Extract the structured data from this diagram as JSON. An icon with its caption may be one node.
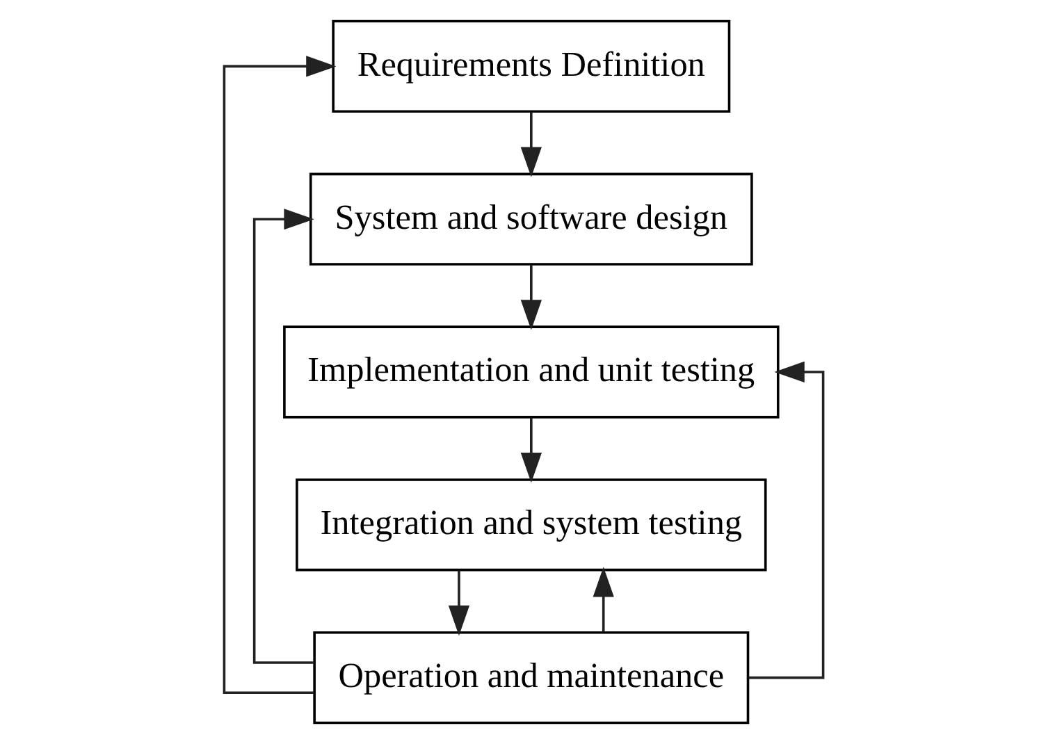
{
  "diagram": {
    "nodes": [
      {
        "text": [
          "Requirements Definition"
        ]
      },
      {
        "text": [
          "System and software design"
        ]
      },
      {
        "text": [
          "Implementation and unit testing"
        ]
      },
      {
        "text": [
          "Integration and system testing"
        ]
      },
      {
        "text": [
          "Operation and maintenance"
        ]
      }
    ],
    "edges": [
      {
        "from": 0,
        "to": 1,
        "arrow": "to"
      },
      {
        "from": 1,
        "to": 2,
        "arrow": "to"
      },
      {
        "from": 2,
        "to": 3,
        "arrow": "to"
      },
      {
        "from": 3,
        "to": 4,
        "arrow": "to"
      },
      {
        "from": 4,
        "to": 0,
        "arrow": "to"
      },
      {
        "from": 4,
        "to": 1,
        "arrow": "to"
      },
      {
        "from": 4,
        "to": 2,
        "arrow": "to"
      },
      {
        "from": 4,
        "to": 3,
        "arrow": "to"
      }
    ]
  }
}
